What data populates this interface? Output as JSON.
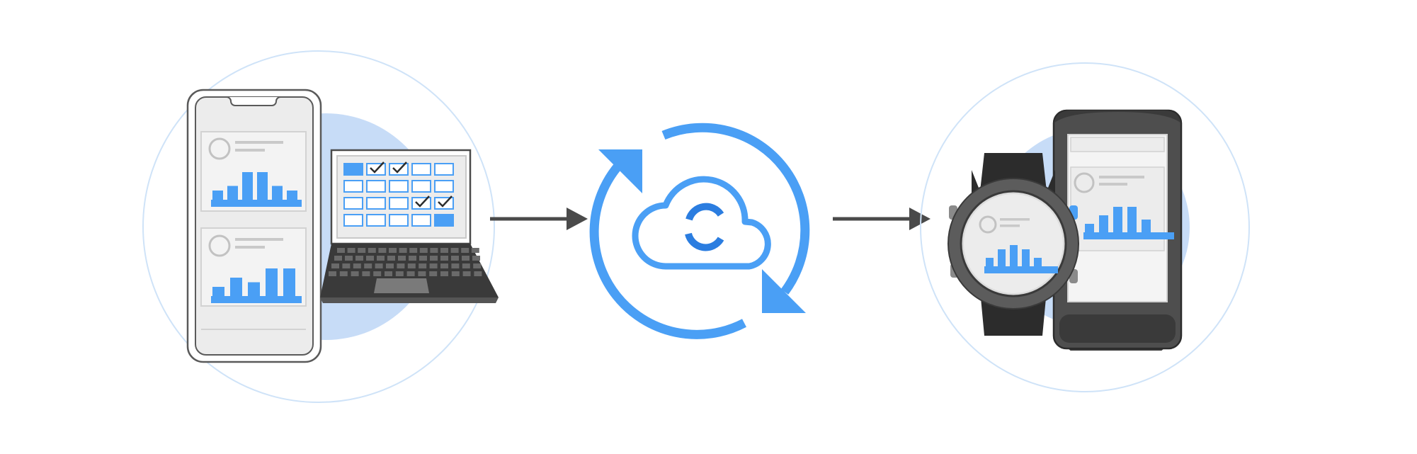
{
  "diagram": {
    "type": "data-sync-illustration",
    "stages": [
      {
        "id": "source-devices",
        "items": [
          "smartphone",
          "laptop"
        ]
      },
      {
        "id": "cloud-sync",
        "items": [
          "cloud",
          "sync-arrows"
        ]
      },
      {
        "id": "target-devices",
        "items": [
          "sports-watch",
          "bike-computer"
        ]
      }
    ],
    "flow": [
      "source-devices",
      "cloud-sync",
      "target-devices"
    ]
  },
  "colors": {
    "accent_blue": "#4a9ff5",
    "dark_blue": "#2b7de0",
    "light_blue_disc": "#c7dcf7",
    "outline_circle": "#cfe3f8",
    "device_dark": "#4b4b4b",
    "device_black": "#2c2c2c",
    "screen_gray": "#efefef",
    "line_gray": "#c9c9c9",
    "arrow_gray": "#4a4a4a"
  },
  "icons": {
    "phone": "smartphone-icon",
    "laptop": "laptop-icon",
    "cloud": "cloud-icon",
    "sync": "sync-arrows-icon",
    "watch": "sports-watch-icon",
    "bike_computer": "bike-computer-icon"
  },
  "phone": {
    "bars_top": [
      2,
      3,
      6,
      6,
      3,
      2
    ],
    "bars_bottom": [
      2,
      4,
      3,
      6,
      6
    ]
  },
  "laptop": {
    "calendar_rows": 4,
    "calendar_cols": 5,
    "filled_cells": [
      "r0c0",
      "r3c4"
    ],
    "checked_cells": [
      "r0c1",
      "r0c2",
      "r2c3",
      "r2c4"
    ]
  },
  "watch": {
    "bars": [
      2,
      4,
      5,
      4,
      2
    ]
  },
  "bike_computer": {
    "bars": [
      2,
      4,
      6,
      6,
      3
    ]
  }
}
